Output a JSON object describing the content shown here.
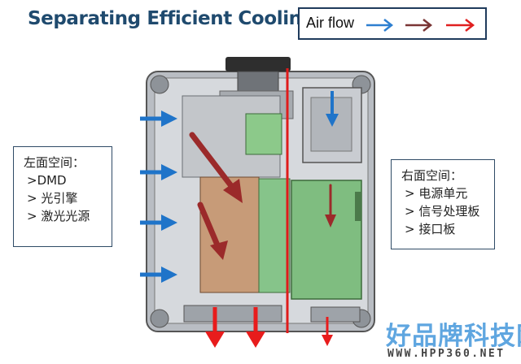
{
  "title": "Separating Efficient Cooling",
  "legend": {
    "label": "Air flow",
    "arrow_colors": [
      "#2d7fd0",
      "#7a3535",
      "#e02020"
    ]
  },
  "left_panel": {
    "heading": "左面空间：",
    "items": [
      ">DMD",
      "> 光引擎",
      "> 激光光源"
    ]
  },
  "right_panel": {
    "heading": "右面空间：",
    "items": [
      "> 电源单元",
      "> 信号处理板",
      "> 接口板"
    ]
  },
  "colors": {
    "intake_arrow": "#1f74c9",
    "internal_arrow": "#9b2a2a",
    "exhaust_arrow": "#e81c1c",
    "divider": "#e01b1b",
    "pcb_green": "#8cc98a",
    "light_source_brown": "#c79b78",
    "chassis_gray": "#c9ccd1"
  },
  "watermark": {
    "main": "好品牌科技网",
    "url": "WWW.HPP360.NET"
  }
}
